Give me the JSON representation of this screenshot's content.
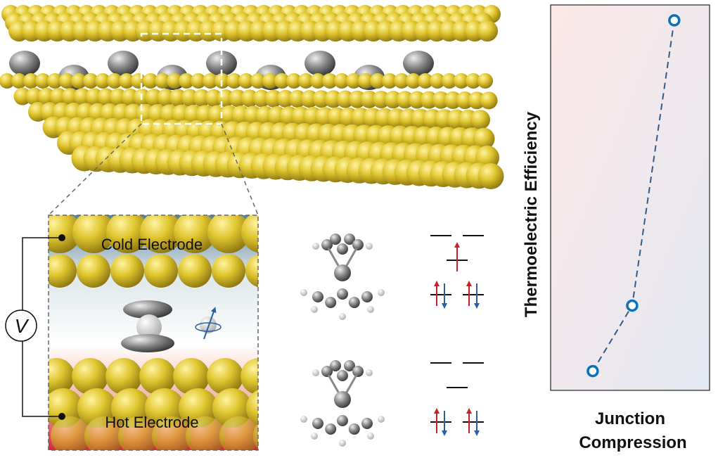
{
  "inset": {
    "cold_label": "Cold Electrode",
    "hot_label": "Hot Electrode",
    "voltmeter_label": "V"
  },
  "colors": {
    "gold": "#d9c22e",
    "spin_up": "#c8202a",
    "spin_down": "#2a5fa0",
    "marker": "#0b72b9",
    "line": "#2f5a8a"
  },
  "chart_data": {
    "type": "line",
    "title": "",
    "xlabel_lines": [
      "Junction",
      "Compression"
    ],
    "ylabel": "Thermoelectric Efficiency",
    "x": [
      1,
      2,
      3
    ],
    "y": [
      0.05,
      0.22,
      0.96
    ],
    "xlim": [
      0,
      4
    ],
    "ylim": [
      0,
      1
    ],
    "grid": false,
    "marker": "open-circle",
    "linestyle": "dashed"
  }
}
